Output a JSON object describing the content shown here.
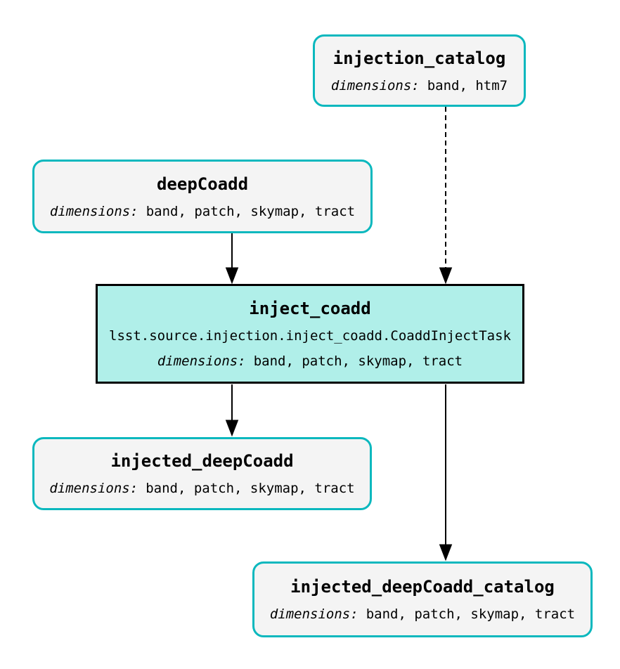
{
  "diagram": {
    "type": "pipeline-graph",
    "background": "#ffffff",
    "colors": {
      "dataset_border": "#0bb8be",
      "dataset_fill": "#f4f4f4",
      "task_fill": "#b0efe9",
      "task_border": "#000000",
      "edge": "#000000",
      "text": "#000000"
    },
    "nodes": [
      {
        "id": "injection_catalog",
        "type": "dataset",
        "title": "injection_catalog",
        "dims_label": "dimensions:",
        "dims": "band, htm7"
      },
      {
        "id": "deepCoadd",
        "type": "dataset",
        "title": "deepCoadd",
        "dims_label": "dimensions:",
        "dims": "band, patch, skymap, tract"
      },
      {
        "id": "inject_coadd",
        "type": "task",
        "title": "inject_coadd",
        "task_class": "lsst.source.injection.inject_coadd.CoaddInjectTask",
        "dims_label": "dimensions:",
        "dims": "band, patch, skymap, tract"
      },
      {
        "id": "injected_deepCoadd",
        "type": "dataset",
        "title": "injected_deepCoadd",
        "dims_label": "dimensions:",
        "dims": "band, patch, skymap, tract"
      },
      {
        "id": "injected_deepCoadd_catalog",
        "type": "dataset",
        "title": "injected_deepCoadd_catalog",
        "dims_label": "dimensions:",
        "dims": "band, patch, skymap, tract"
      }
    ],
    "edges": [
      {
        "from": "deepCoadd",
        "to": "inject_coadd",
        "style": "solid"
      },
      {
        "from": "injection_catalog",
        "to": "inject_coadd",
        "style": "dashed"
      },
      {
        "from": "inject_coadd",
        "to": "injected_deepCoadd",
        "style": "solid"
      },
      {
        "from": "inject_coadd",
        "to": "injected_deepCoadd_catalog",
        "style": "solid"
      }
    ]
  }
}
